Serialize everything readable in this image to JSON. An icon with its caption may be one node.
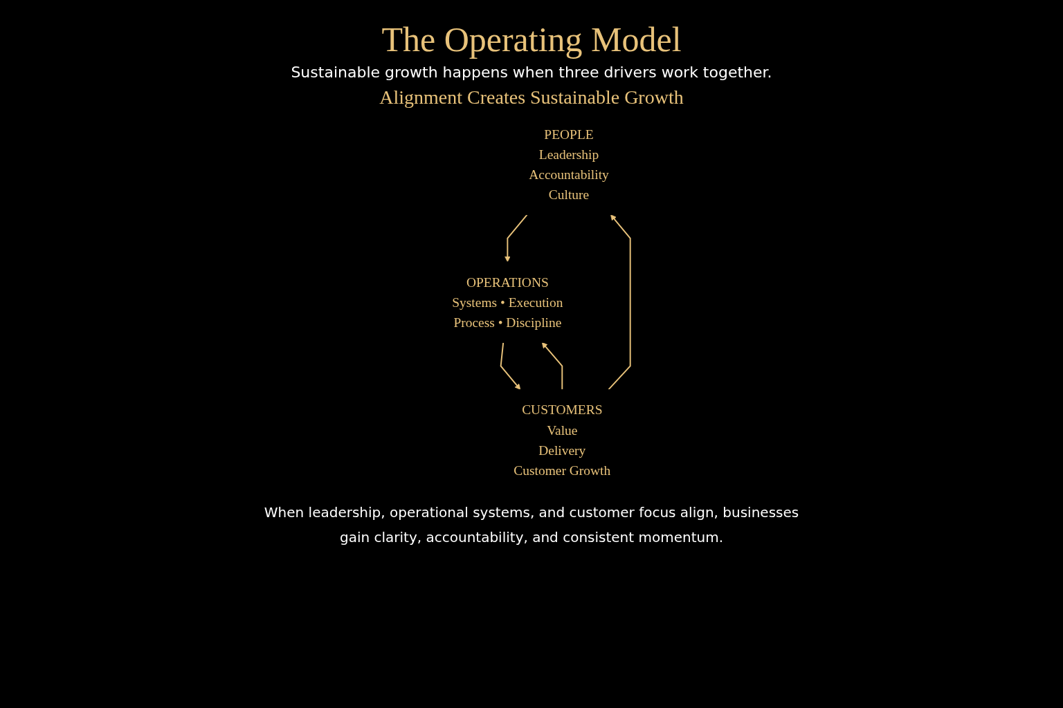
{
  "diagram": {
    "title": "The Operating Model",
    "caption": "When leadership, operational systems, and customer focus align, businesses gain clarity, accountability, and consistent momentum.",
    "nodes": [
      {
        "text": [
          "PEOPLE",
          "Leadership",
          "Accountability",
          "Culture"
        ]
      },
      {
        "text": [
          "CUSTOMERS",
          "Value",
          "Delivery",
          "Customer Growth"
        ]
      },
      {
        "text": [
          "OPERATIONS",
          "Systems • Execution",
          "Process • Discipline"
        ]
      }
    ],
    "edges": [
      {
        "from": 0,
        "to": 2,
        "arrow": "to"
      },
      {
        "from": 2,
        "to": 1,
        "arrow": "to"
      },
      {
        "from": 1,
        "to": 0,
        "arrow": "to"
      },
      {
        "from": 1,
        "to": 2,
        "arrow": "to"
      }
    ],
    "labels": [
      "Sustainable growth happens when three drivers work together.",
      "Alignment Creates Sustainable Growth"
    ]
  }
}
